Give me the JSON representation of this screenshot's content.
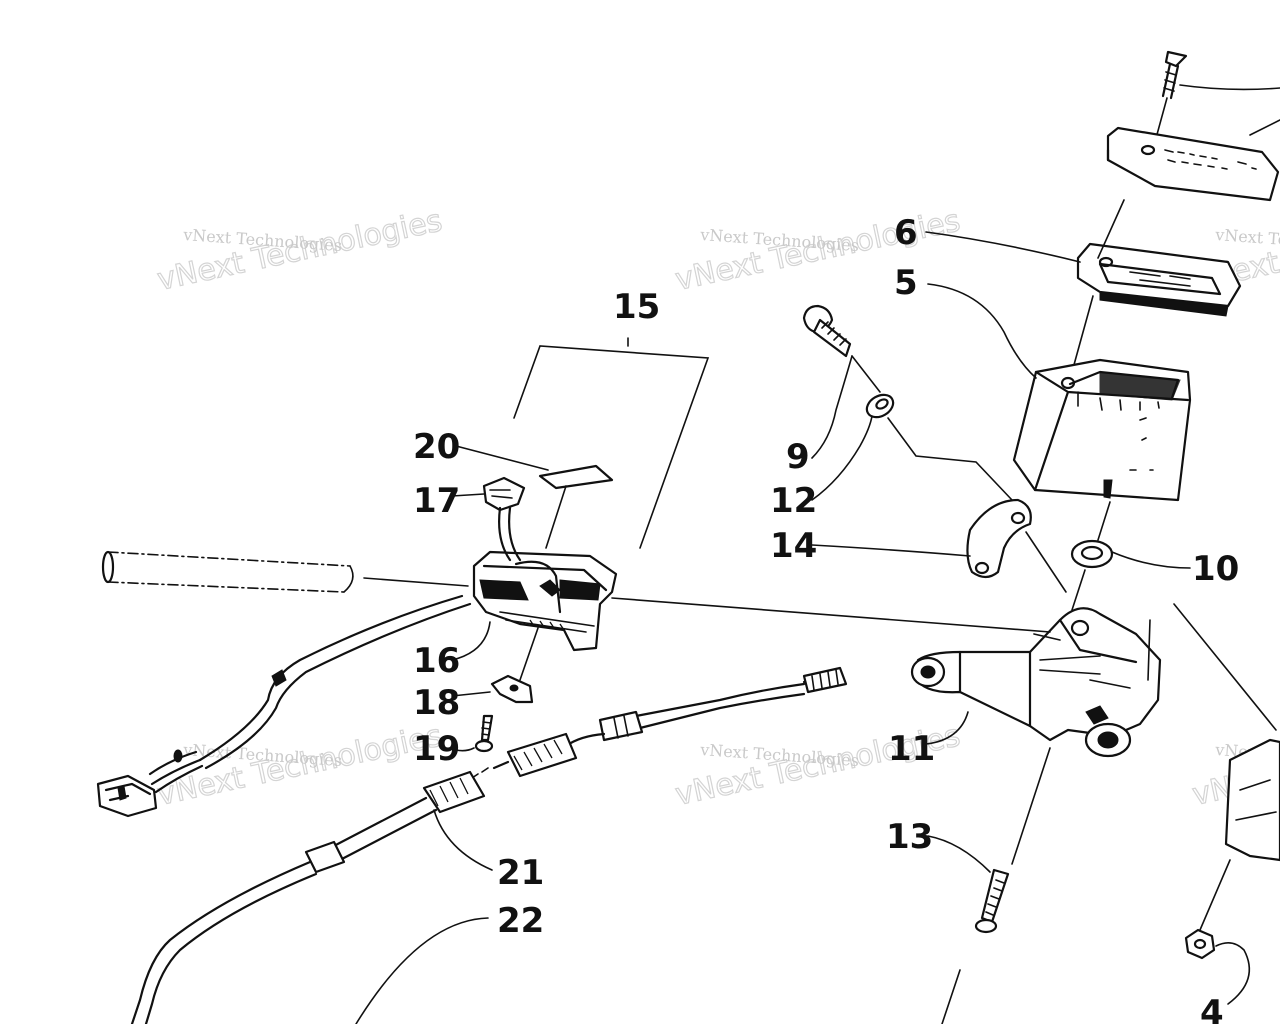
{
  "watermark": {
    "small": "vNext Technologies",
    "big": "vNext Technologies"
  },
  "callouts": {
    "c4": "4",
    "c5": "5",
    "c6": "6",
    "c9": "9",
    "c10": "10",
    "c11": "11",
    "c12": "12",
    "c13": "13",
    "c14": "14",
    "c15": "15",
    "c16": "16",
    "c17": "17",
    "c18": "18",
    "c19": "19",
    "c20": "20",
    "c21": "21",
    "c22": "22"
  },
  "colors": {
    "ink": "#111111",
    "background": "#ffffff",
    "watermark": "#cccccc"
  }
}
